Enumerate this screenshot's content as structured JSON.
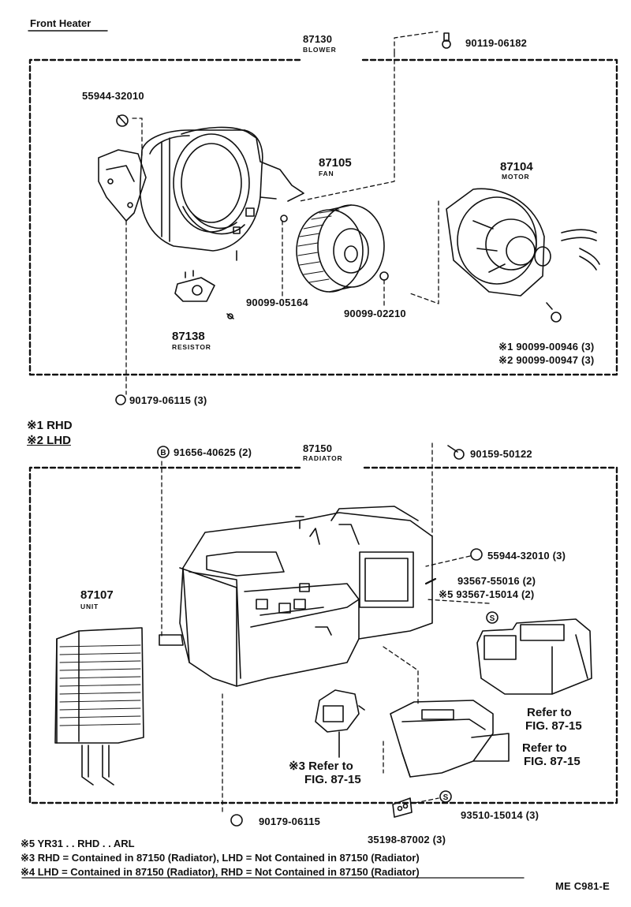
{
  "header": {
    "title": "Front Heater"
  },
  "blower_section": {
    "assembly": {
      "number": "87130",
      "name": "BLOWER"
    },
    "fan": {
      "number": "87105",
      "name": "FAN"
    },
    "motor": {
      "number": "87104",
      "name": "MOTOR"
    },
    "resistor": {
      "number": "87138",
      "name": "RESISTOR"
    },
    "parts": [
      "90119-06182",
      "55944-32010",
      "90099-05164",
      "90099-02210",
      "90179-06115 (3)"
    ],
    "screw_rhd": "※1 90099-00946 (3)",
    "screw_lhd": "※2 90099-00947 (3)"
  },
  "legend_top": {
    "rhd": "※1 RHD",
    "lhd": "※2 LHD"
  },
  "radiator_section": {
    "assembly": {
      "number": "87150",
      "name": "RADIATOR"
    },
    "unit": {
      "number": "87107",
      "name": "UNIT"
    },
    "parts": [
      "91656-40625 (2)",
      "90159-50122",
      "55944-32010 (3)",
      "93567-55016 (2)",
      "※5 93567-15014 (2)",
      "90179-06115",
      "93510-15014 (3)",
      "35198-87002 (3)"
    ],
    "refer_duct": [
      "Refer to",
      "FIG. 87-15"
    ],
    "refer_box": [
      "Refer to",
      "FIG. 87-15"
    ],
    "refer_servo": [
      "※3 Refer to",
      "FIG. 87-15"
    ]
  },
  "footnotes": [
    "※5  YR31 . . RHD . . ARL",
    "※3 RHD = Contained in 87150 (Radiator), LHD = Not Contained in 87150 (Radiator)",
    "※4 LHD = Contained in 87150 (Radiator), RHD = Not Contained in 87150 (Radiator)"
  ],
  "figure_code": "ME C981-E"
}
